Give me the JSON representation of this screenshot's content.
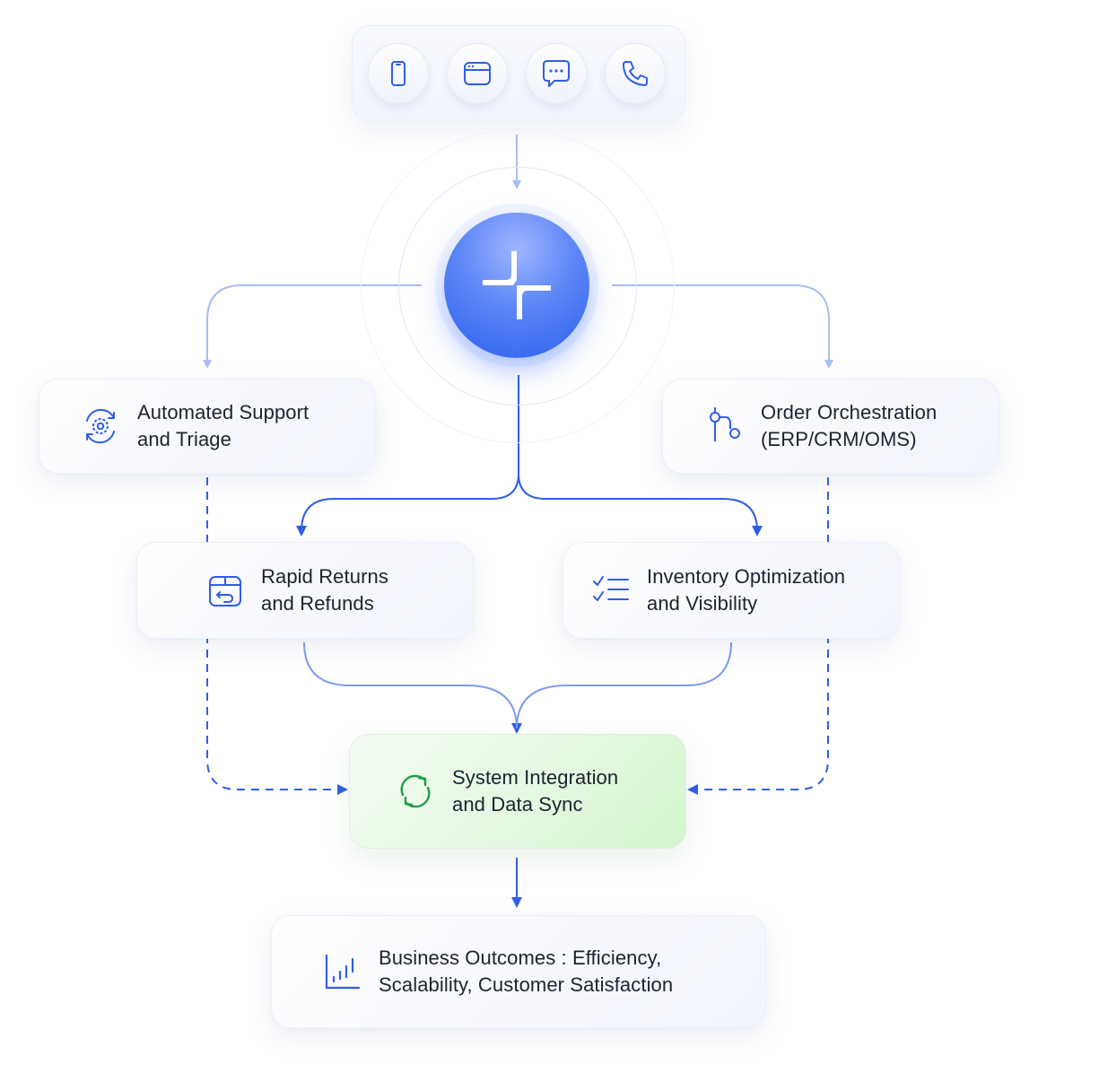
{
  "channels": [
    {
      "icon": "mobile-icon"
    },
    {
      "icon": "browser-window-icon"
    },
    {
      "icon": "chat-bubble-icon"
    },
    {
      "icon": "phone-icon"
    }
  ],
  "hub": {
    "icon": "sparkle-logo-icon"
  },
  "nodes": {
    "automated_support": {
      "line1": "Automated Support",
      "line2": "and Triage",
      "icon": "gear-sync-icon"
    },
    "order_orchestration": {
      "line1": "Order Orchestration",
      "line2": "(ERP/CRM/OMS)",
      "icon": "git-branch-icon"
    },
    "rapid_returns": {
      "line1": "Rapid Returns",
      "line2": "and Refunds",
      "icon": "return-box-icon"
    },
    "inventory": {
      "line1": "Inventory Optimization",
      "line2": "and Visibility",
      "icon": "checklist-icon"
    },
    "system_integration": {
      "line1": "System Integration",
      "line2": "and Data Sync",
      "icon": "sync-arrows-icon"
    },
    "business_outcomes": {
      "line1": "Business Outcomes : Efficiency,",
      "line2": "Scalability, Customer Satisfaction",
      "icon": "bar-chart-icon"
    }
  },
  "colors": {
    "accent": "#2c5ff0",
    "connector_light": "#a9bdf3",
    "connector_dark": "#2f5ee8",
    "green": "#1f9d49",
    "text": "#1c2230"
  }
}
